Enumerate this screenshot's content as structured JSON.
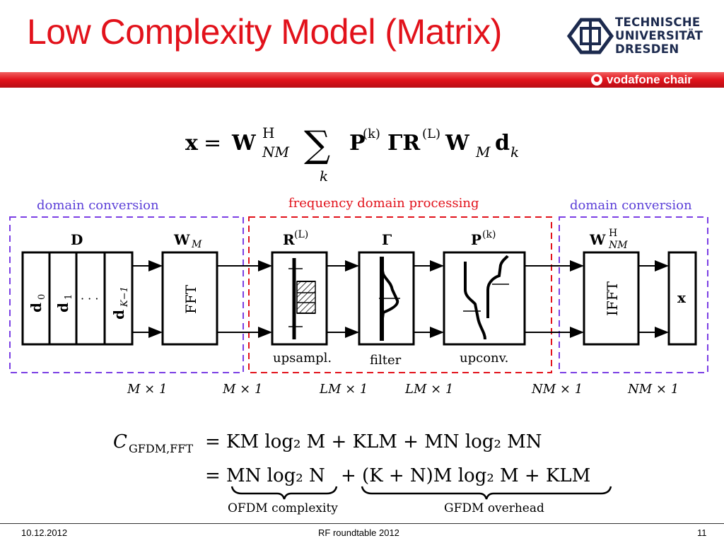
{
  "slide": {
    "title": "Low Complexity Model (Matrix)",
    "logo": {
      "line1": "TECHNISCHE",
      "line2": "UNIVERSITÄT",
      "line3": "DRESDEN"
    },
    "banner": "vodafone chair",
    "colors": {
      "title": "#e2121b",
      "banner": "#e2121b",
      "domain_box": "#7b3fe4",
      "freq_box": "#e2121b"
    }
  },
  "equation_top": {
    "lhs": "x",
    "rhs": "= W",
    "sup": "H",
    "sub": "NM",
    "sum_index": "k",
    "terms": "P(k) Γ R(L) W",
    "wsub": "M",
    "dk": "d",
    "dksub": "k"
  },
  "sections": {
    "left_label": "domain conversion",
    "middle_label": "frequency domain processing",
    "right_label": "domain conversion"
  },
  "blocks": {
    "D": {
      "heading": "D",
      "cells": [
        "d",
        "d",
        "· · ·",
        "d"
      ],
      "subs": [
        "0",
        "1",
        "",
        "K−1"
      ]
    },
    "WM": {
      "heading": "W",
      "sub": "M",
      "label": "FFT"
    },
    "R": {
      "heading": "R",
      "sup": "(L)",
      "caption": "upsampl."
    },
    "Gamma": {
      "heading": "Γ",
      "caption": "filter"
    },
    "P": {
      "heading": "P",
      "sup": "(k)",
      "caption": "upconv."
    },
    "WNM": {
      "heading": "W",
      "sup": "H",
      "sub": "NM",
      "label": "IFFT"
    },
    "x": {
      "label": "x"
    }
  },
  "dimensions": [
    "M × 1",
    "M × 1",
    "LM × 1",
    "LM × 1",
    "NM × 1",
    "NM × 1"
  ],
  "complexity": {
    "lhs": "C",
    "lhs_sub": "GFDM,FFT",
    "line1": "= KM log₂ M + KLM + MN log₂ MN",
    "line2_a": "= MN log₂ N",
    "line2_b": "+ (K + N)M log₂ M + KLM",
    "brace1": "OFDM complexity",
    "brace2": "GFDM overhead"
  },
  "footer": {
    "date": "10.12.2012",
    "event": "RF roundtable 2012",
    "page": "11"
  }
}
